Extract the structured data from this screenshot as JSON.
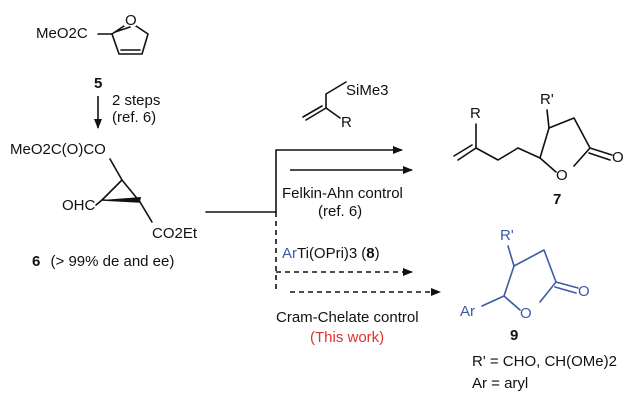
{
  "compound5": {
    "ester_label": "MeO2C",
    "number": "5"
  },
  "step_arrow": {
    "line1": "2 steps",
    "line2": "(ref. 6)"
  },
  "compound6": {
    "top_label": "MeO2C(O)CO",
    "aldehyde_label": "OHC",
    "ester_label": "CO2Et",
    "number": "6",
    "caption": "(> 99% de and ee)"
  },
  "reagent_allylsilane": {
    "silyl_label": "SiMe3",
    "r_label": "R"
  },
  "felkin": {
    "line1": "Felkin-Ahn control",
    "line2": "(ref. 6)"
  },
  "compound7": {
    "r_prime_label": "R'",
    "r_label": "R",
    "ring_o_label": "O",
    "carbonyl_o_label": "O",
    "number": "7"
  },
  "titanium_reagent": {
    "ar_part": "Ar",
    "ti_part": "Ti(OPri)3",
    "number": "8"
  },
  "cram": {
    "line1": "Cram-Chelate control",
    "line2": "(This work)"
  },
  "compound9": {
    "r_prime_label": "R'",
    "ar_label": "Ar",
    "ring_o_label": "O",
    "carbonyl_o_label": "O",
    "number": "9",
    "definition_r": "R' = CHO, CH(OMe)2",
    "definition_ar": "Ar = aryl"
  },
  "colors": {
    "accent_red": "#e0312b",
    "accent_blue": "#3f5aa6",
    "ink": "#111111"
  }
}
